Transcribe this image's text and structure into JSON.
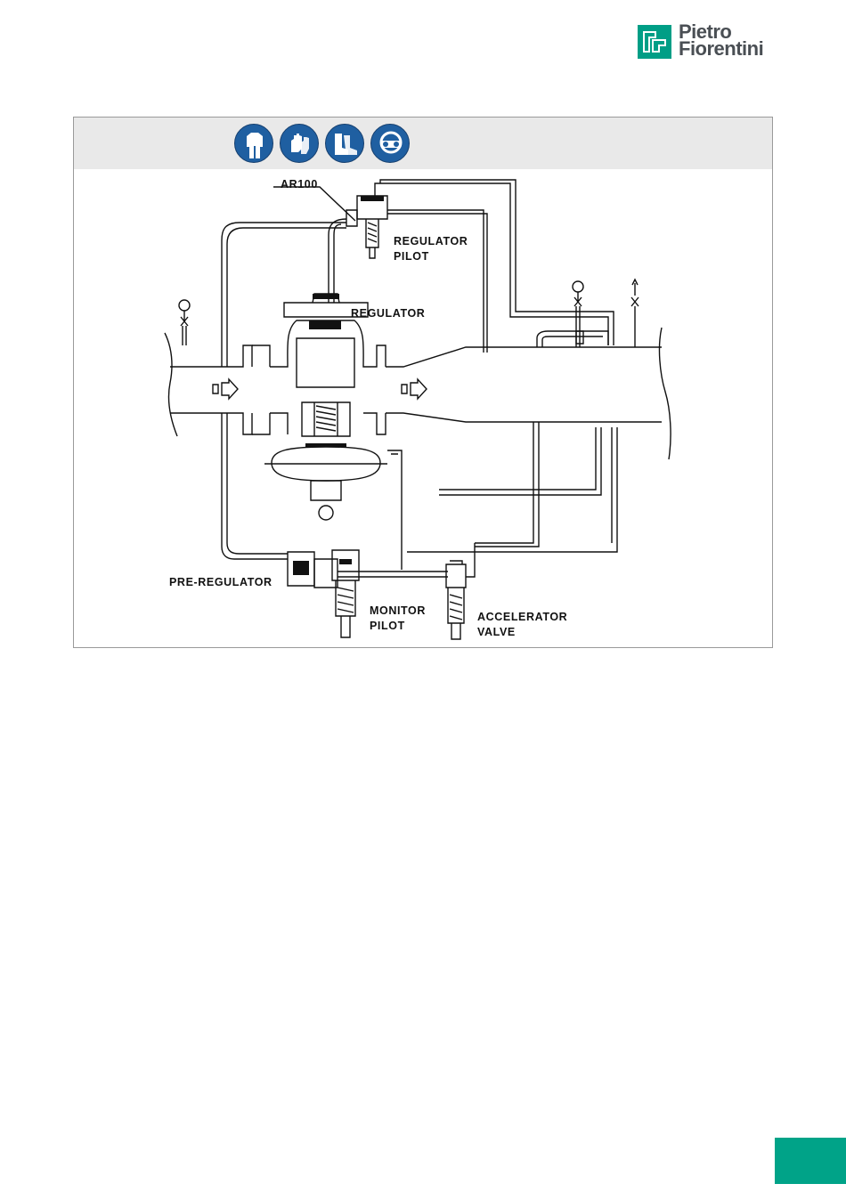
{
  "brand": {
    "line1": "Pietro",
    "line2": "Fiorentini",
    "color": "#009e86"
  },
  "ppe_icons": [
    "protective-clothing-icon",
    "protective-gloves-icon",
    "safety-boots-icon",
    "safety-goggles-icon"
  ],
  "diagram": {
    "labels": {
      "ar100": "AR100",
      "regulator_pilot": "REGULATOR\nPILOT",
      "regulator": "REGULATOR",
      "pre_regulator": "PRE-REGULATOR",
      "monitor_pilot": "MONITOR\nPILOT",
      "accelerator_valve": "ACCELERATOR\nVALVE"
    }
  },
  "accent_color": "#00a388"
}
